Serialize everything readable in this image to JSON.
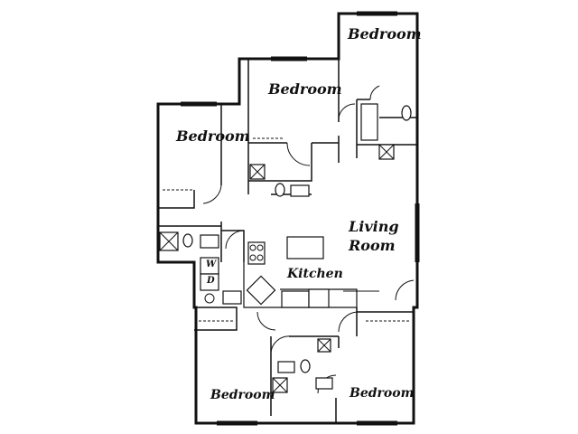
{
  "rooms": {
    "bedroom_top_right": "Bedroom",
    "bedroom_top_middle": "Bedroom",
    "bedroom_left": "Bedroom",
    "living_room_line1": "Living",
    "living_room_line2": "Room",
    "kitchen": "Kitchen",
    "bedroom_bottom_left": "Bedroom",
    "bedroom_bottom_right": "Bedroom"
  },
  "appliances": {
    "washer": "W",
    "dryer": "D"
  }
}
